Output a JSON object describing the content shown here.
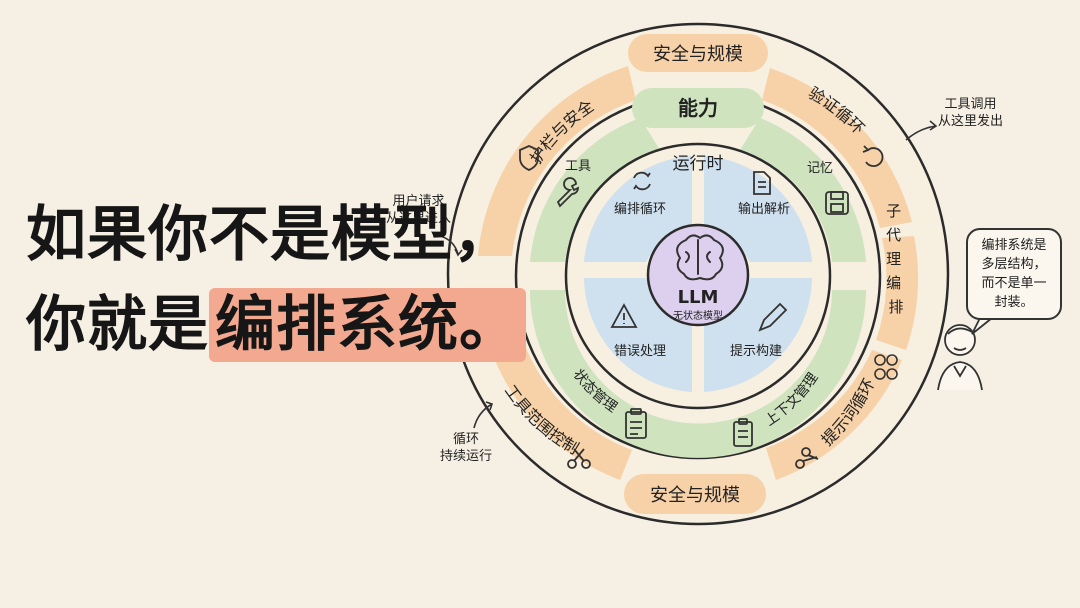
{
  "headline": {
    "line1": "如果你不是模型，",
    "line2_prefix": "你就是",
    "line2_highlight": "编排系统。"
  },
  "rings": {
    "outer_top": "安全与规模",
    "outer_bottom": "安全与规模",
    "capabilities_label": "能力",
    "runtime_label": "运行时"
  },
  "outer_segments": {
    "guardrails": "护栏与安全",
    "verification": "验证循环",
    "subagents": "子代理编排",
    "tool_scope": "工具范围控制",
    "prompt_loop": "提示词循环"
  },
  "capability_items": {
    "tools": "工具",
    "memory": "记忆",
    "state": "状态管理",
    "context": "上下文管理"
  },
  "runtime_items": {
    "orchestration": "编排循环",
    "output_parsing": "输出解析",
    "error_handling": "错误处理",
    "prompt_building": "提示构建"
  },
  "core": {
    "title": "LLM",
    "subtitle": "无状态模型"
  },
  "notes": {
    "user_request": "用户请求\n从这里进入",
    "tool_calls": "工具调用\n从这里发出",
    "loop": "循环\n持续运行"
  },
  "speech_bubble": "编排系统是\n多层结构，\n而不是单一\n封装。",
  "colors": {
    "background": "#f6f0e4",
    "outer_orange": "#f7d2a8",
    "green": "#cfe3bf",
    "blue": "#cfe0ee",
    "purple": "#ddd0ee",
    "highlight": "#f2a98f"
  }
}
